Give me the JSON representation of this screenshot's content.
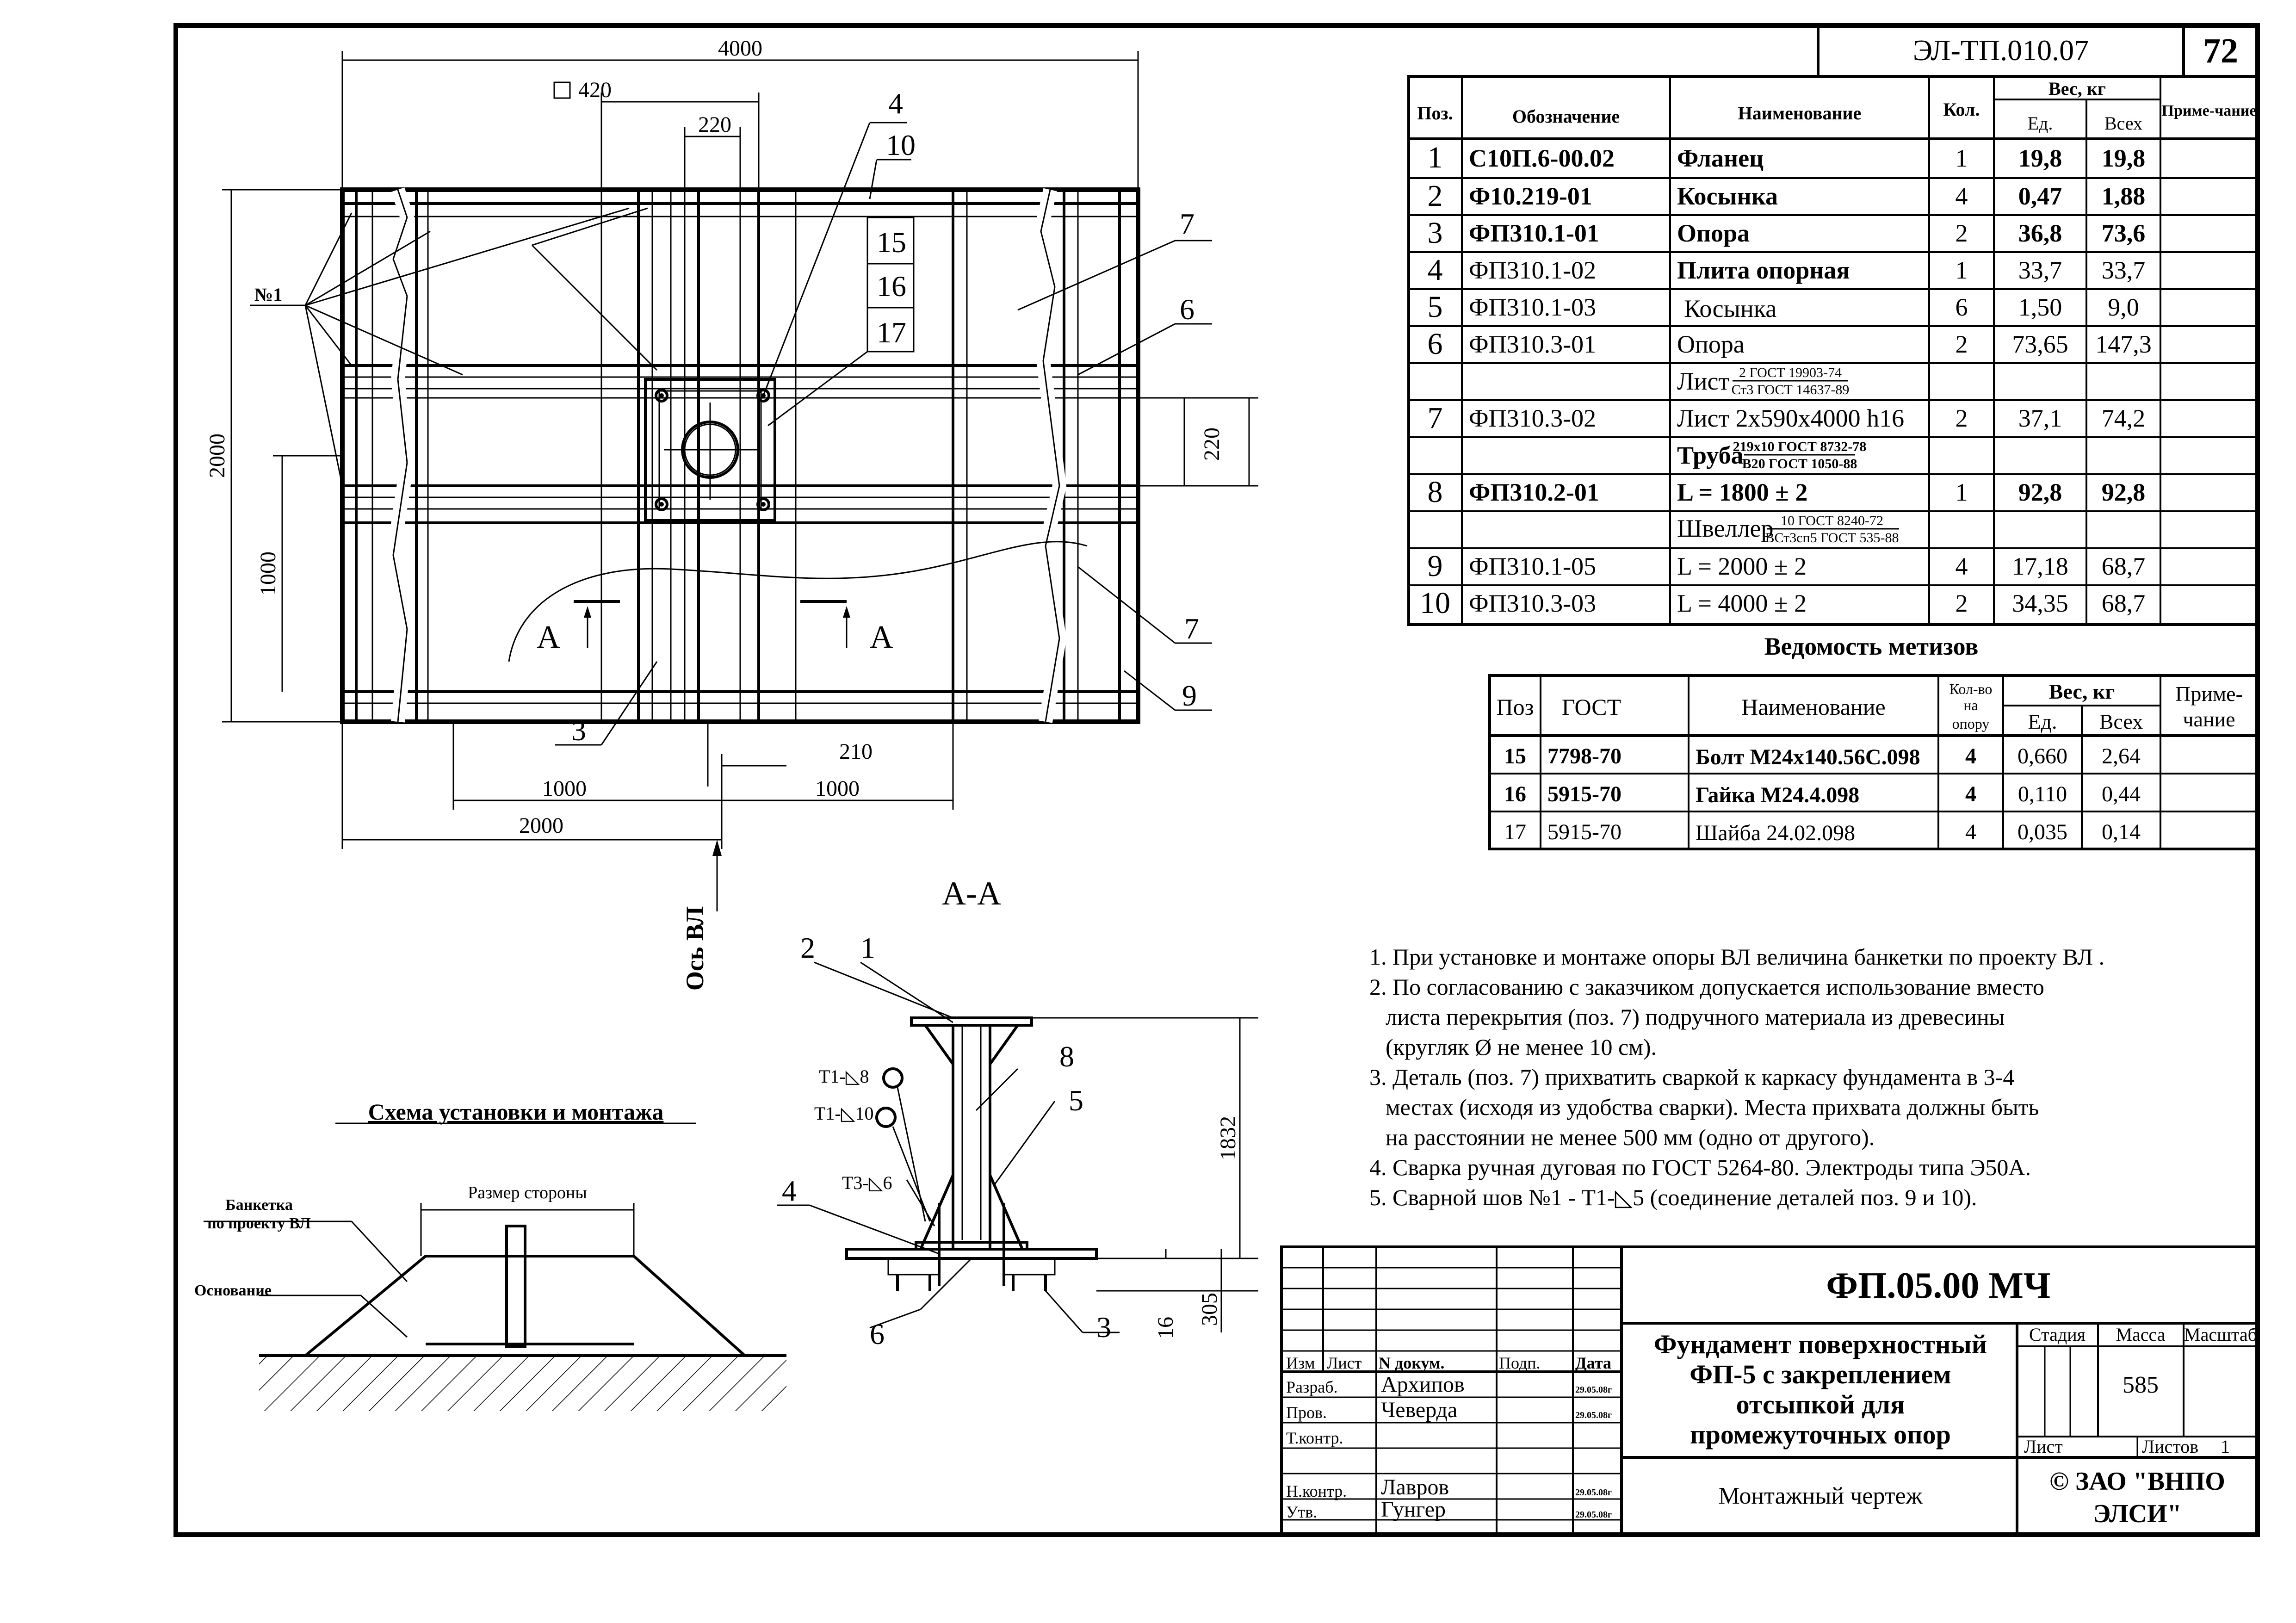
{
  "stamp": {
    "doc_code": "ЭЛ-ТП.010.07",
    "sheet_no": "72"
  },
  "spec": {
    "headers": {
      "pos": "Поз.",
      "designation": "Обозначение",
      "name": "Наименование",
      "qty": "Кол.",
      "weight": "Вес, кг",
      "unit": "Ед.",
      "total": "Всех",
      "note": "Приме-чание"
    },
    "rows": [
      {
        "pos": "1",
        "designation": "С10П.6-00.02",
        "name": "Фланец",
        "qty": "1",
        "unit": "19,8",
        "total": "19,8",
        "bold": true
      },
      {
        "pos": "2",
        "designation": "Ф10.219-01",
        "name": "Косынка",
        "qty": "4",
        "unit": "0,47",
        "total": "1,88",
        "bold": true
      },
      {
        "pos": "3",
        "designation": "ФП310.1-01",
        "name": "Опора",
        "qty": "2",
        "unit": "36,8",
        "total": "73,6",
        "bold": true
      },
      {
        "pos": "4",
        "designation": "ФП310.1-02",
        "name": "Плита опорная",
        "qty": "1",
        "unit": "33,7",
        "total": "33,7"
      },
      {
        "pos": "5",
        "designation": "ФП310.1-03",
        "name": "Косынка",
        "qty": "6",
        "unit": "1,50",
        "total": "9,0"
      },
      {
        "pos": "6",
        "designation": "ФП310.3-01",
        "name": "Опора",
        "qty": "2",
        "unit": "73,65",
        "total": "147,3"
      },
      {
        "pos": "",
        "designation": "",
        "name": "Лист",
        "frac_top": "2 ГОСТ 19903-74",
        "frac_bot": "Ст3 ГОСТ 14637-89",
        "qty": "",
        "unit": "",
        "total": ""
      },
      {
        "pos": "7",
        "designation": "ФП310.3-02",
        "name": "Лист 2х590х4000 h16",
        "qty": "2",
        "unit": "37,1",
        "total": "74,2"
      },
      {
        "pos": "",
        "designation": "",
        "name": "Труба",
        "frac_top": "219х10 ГОСТ 8732-78",
        "frac_bot": "В20 ГОСТ 1050-88",
        "qty": "",
        "unit": "",
        "total": ""
      },
      {
        "pos": "8",
        "designation": "ФП310.2-01",
        "name": "L = 1800 ± 2",
        "qty": "1",
        "unit": "92,8",
        "total": "92,8",
        "bold": true
      },
      {
        "pos": "",
        "designation": "",
        "name": "Швеллер",
        "frac_top": "10 ГОСТ 8240-72",
        "frac_bot": "ВСт3сп5 ГОСТ 535-88",
        "qty": "",
        "unit": "",
        "total": ""
      },
      {
        "pos": "9",
        "designation": "ФП310.1-05",
        "name": "L = 2000 ± 2",
        "qty": "4",
        "unit": "17,18",
        "total": "68,7"
      },
      {
        "pos": "10",
        "designation": "ФП310.3-03",
        "name": "L = 4000 ± 2",
        "qty": "2",
        "unit": "34,35",
        "total": "68,7"
      }
    ]
  },
  "hardware": {
    "title": "Ведомость метизов",
    "headers": {
      "pos": "Поз",
      "gost": "ГОСТ",
      "name": "Наименование",
      "qty1": "Кол-во",
      "qty2": "на",
      "qty3": "опору",
      "weight": "Вес, кг",
      "unit": "Ед.",
      "total": "Всех",
      "note1": "Приме-",
      "note2": "чание"
    },
    "rows": [
      {
        "pos": "15",
        "gost": "7798-70",
        "name": "Болт М24х140.56С.098",
        "qty": "4",
        "unit": "0,660",
        "total": "2,64"
      },
      {
        "pos": "16",
        "gost": "5915-70",
        "name": "Гайка М24.4.098",
        "qty": "4",
        "unit": "0,110",
        "total": "0,44"
      },
      {
        "pos": "17",
        "gost": "5915-70",
        "name": "Шайба 24.02.098",
        "qty": "4",
        "unit": "0,035",
        "total": "0,14"
      }
    ]
  },
  "notes": [
    "1. При установке и монтаже опоры ВЛ  величина банкетки по проекту ВЛ .",
    "2. По согласованию с заказчиком допускается использование вместо",
    "листа перекрытия (поз. 7) подручного материала из древесины",
    "(кругляк Ø не менее 10 см).",
    "3. Деталь (поз. 7) прихватить сваркой к каркасу фундамента в  3-4",
    "местах (исходя из удобства сварки). Места прихвата должны быть",
    "на расстоянии не менее 500 мм (одно от другого).",
    "4. Сварка ручная дуговая по ГОСТ  5264-80. Электроды типа Э50А.",
    "5. Сварной шов №1 - Т1-◺5  (соединение деталей поз. 9 и 10)."
  ],
  "plan": {
    "dims": {
      "d4000": "4000",
      "d420": "420",
      "d220_top": "220",
      "d2000": "2000",
      "d1000_v": "1000",
      "d220_r": "220",
      "d1000_l": "1000",
      "d1000_r": "1000",
      "d2000_b": "2000",
      "d210": "210"
    },
    "callouts": {
      "c4": "4",
      "c10": "10",
      "c15": "15",
      "c16": "16",
      "c17": "17",
      "c7a": "7",
      "c6": "6",
      "c7b": "7",
      "c9": "9",
      "c3": "3",
      "n1": "№1"
    },
    "section_marks": {
      "left": "А",
      "right": "А"
    },
    "axis_label": "Ось ВЛ"
  },
  "section": {
    "title": "А-А",
    "callouts": {
      "c2": "2",
      "c1": "1",
      "c8": "8",
      "c5": "5",
      "c4": "4",
      "c6": "6",
      "c3": "3"
    },
    "welds": {
      "w1": "Т1-◺8",
      "w2": "Т1-◺10",
      "w3": "Т3-◺6"
    },
    "dims": {
      "d1832": "1832",
      "d305": "305",
      "d16": "16"
    }
  },
  "scheme": {
    "title": "Схема установки и монтажа",
    "side_label": "Размер стороны",
    "bank_label1": "Банкетка",
    "bank_label2": "по проекту ВЛ",
    "base_label": "Основание"
  },
  "title_block": {
    "code": "ФП.05.00 МЧ",
    "title_lines": [
      "Фундамент поверхностный",
      "ФП-5 с закреплением",
      "отсыпкой для",
      "промежуточных опор"
    ],
    "subtitle": "Монтажный чертеж",
    "org_lines": [
      "© ЗАО \"ВНПО",
      "ЭЛСИ\""
    ],
    "stage_label": "Стадия",
    "mass_label": "Масса",
    "scale_label": "Масштаб",
    "mass": "585",
    "sheet_label": "Лист",
    "sheets_label": "Листов",
    "sheets": "1",
    "col_izm": "Изм",
    "col_list": "Лист",
    "col_doc": "N докум.",
    "col_sign": "Подп.",
    "col_date": "Дата",
    "roles": [
      {
        "role": "Разраб.",
        "name": "Архипов",
        "date": "29.05.08г"
      },
      {
        "role": "Пров.",
        "name": "Чеверда",
        "date": "29.05.08г"
      },
      {
        "role": "Т.контр.",
        "name": "",
        "date": ""
      },
      {
        "role": "",
        "name": "",
        "date": ""
      },
      {
        "role": "Н.контр.",
        "name": "Лавров",
        "date": "29.05.08г"
      },
      {
        "role": "Утв.",
        "name": "Гунгер",
        "date": "29.05.08г"
      }
    ]
  }
}
